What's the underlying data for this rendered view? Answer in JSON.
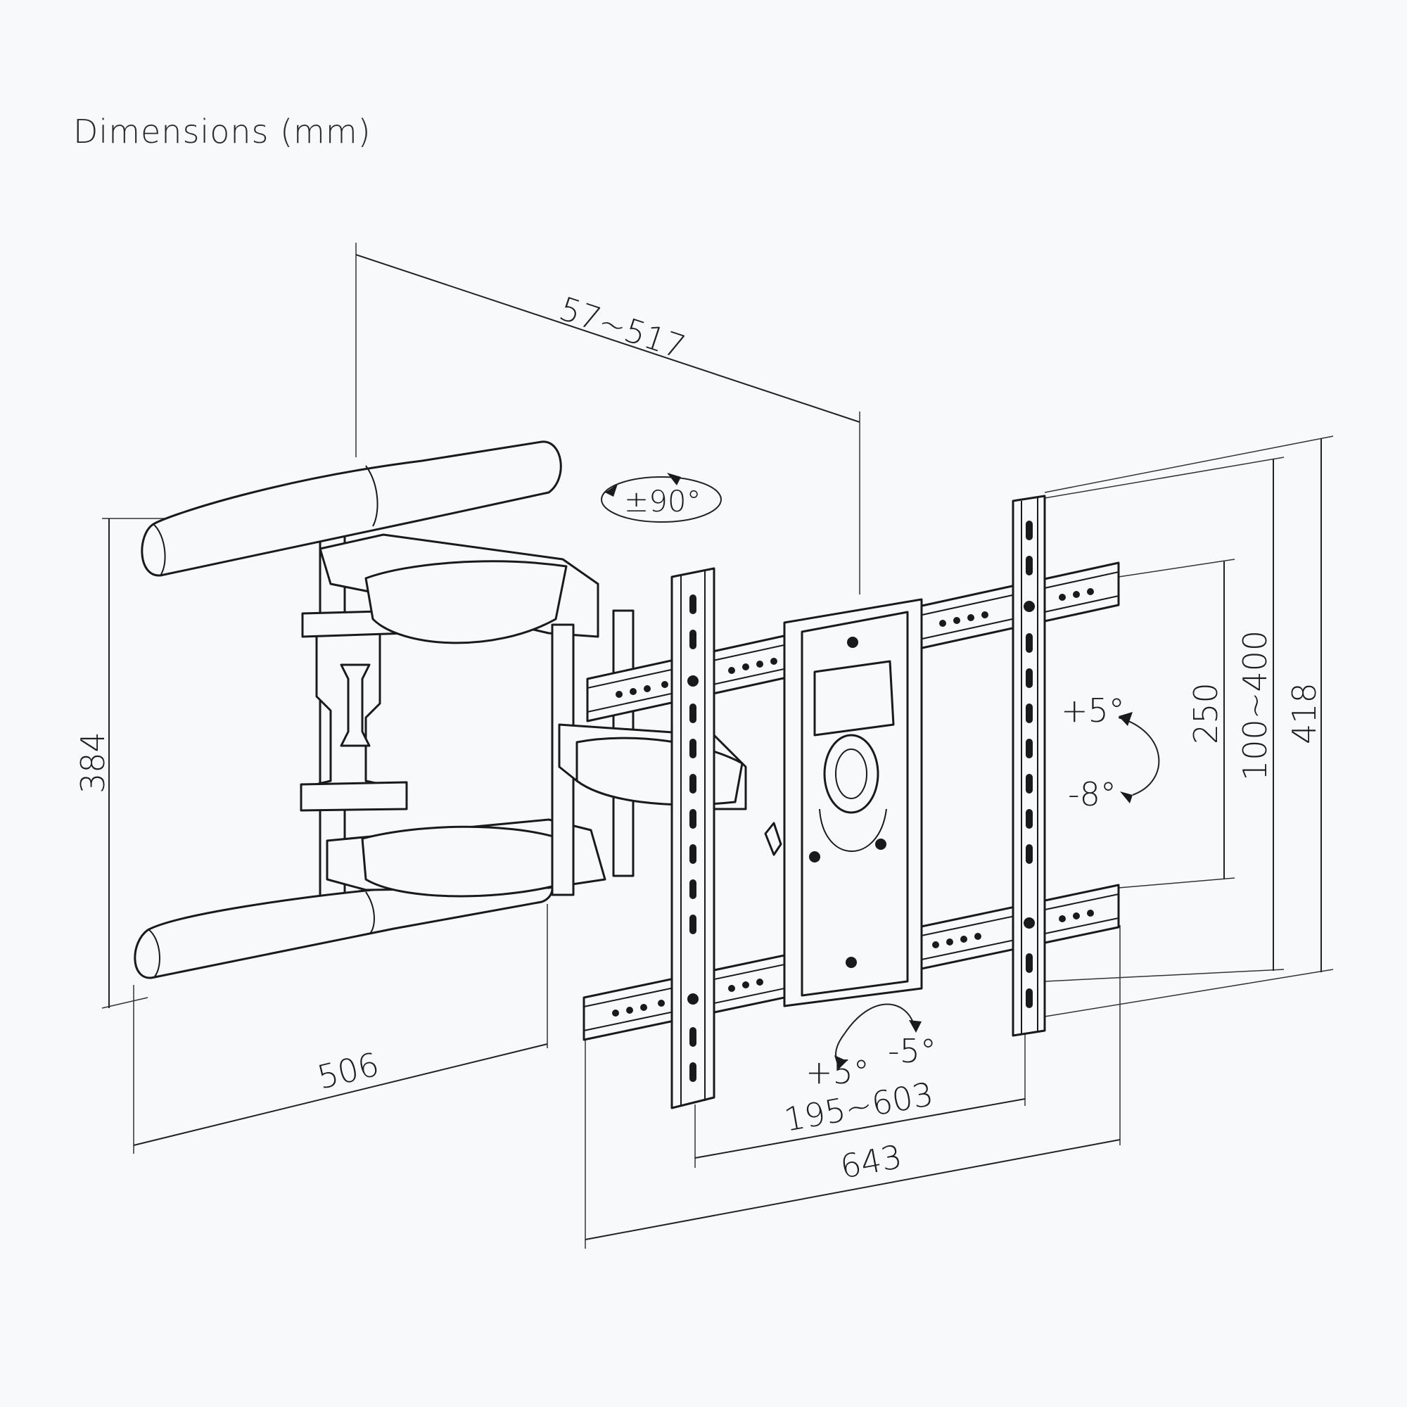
{
  "title": "Dimensions (mm)",
  "dimensions": {
    "arm_extension": "57~517",
    "swivel": "±90°",
    "height_arm": "384",
    "width_arm": "506",
    "tilt_up": "+5°",
    "tilt_down": "-8°",
    "vesa_vertical_fixed": "250",
    "vesa_vertical_range": "100~400",
    "plate_height": "418",
    "level_plus": "+5°",
    "level_minus": "-5°",
    "vesa_horizontal_range": "195~603",
    "plate_width": "643"
  }
}
